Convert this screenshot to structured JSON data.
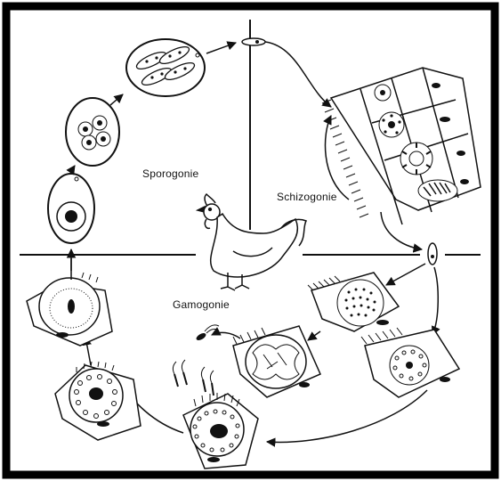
{
  "diagram": {
    "phases": {
      "sporogonie": "Sporogonie",
      "schizogonie": "Schizogonie",
      "gamogonie": "Gamogonie"
    },
    "colors": {
      "border": "#000000",
      "line": "#111111",
      "background": "#ffffff",
      "nucleus": "#111111"
    },
    "icons": [
      "chicken-illustration",
      "oocyst-icon",
      "sporocyst-icon",
      "sporozoite-icon",
      "merozoite-icon",
      "epithelial-cell-icon",
      "schizont-icon",
      "macrogamete-icon",
      "microgamont-icon",
      "microgamete-icon"
    ]
  }
}
